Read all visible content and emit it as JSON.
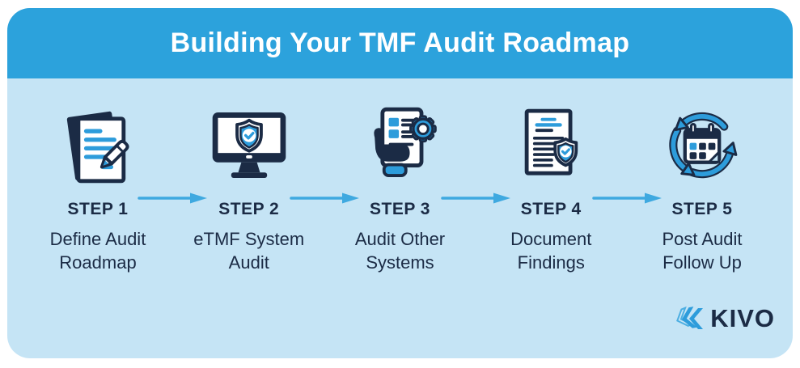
{
  "title": "Building Your TMF Audit Roadmap",
  "steps": [
    {
      "label": "STEP 1",
      "lines": [
        "Define Audit",
        "Roadmap"
      ],
      "icon": "document-pencil-icon"
    },
    {
      "label": "STEP 2",
      "lines": [
        "eTMF System",
        "Audit"
      ],
      "icon": "monitor-shield-icon"
    },
    {
      "label": "STEP 3",
      "lines": [
        "Audit Other",
        "Systems"
      ],
      "icon": "hand-checklist-gear-icon"
    },
    {
      "label": "STEP 4",
      "lines": [
        "Document",
        "Findings"
      ],
      "icon": "document-shield-icon"
    },
    {
      "label": "STEP 5",
      "lines": [
        "Post Audit",
        "Follow Up"
      ],
      "icon": "calendar-cycle-icon"
    }
  ],
  "flow_arrow_icon": "right-arrow-icon",
  "logo": {
    "text": "KIVO",
    "icon": "kivo-chevrons-icon"
  },
  "colors": {
    "header_blue": "#2CA2DC",
    "body_blue": "#C5E4F5",
    "navy": "#1B2B45",
    "accent_blue": "#2D9CDB",
    "arrow_blue": "#3FA9E0",
    "white": "#FFFFFF"
  }
}
